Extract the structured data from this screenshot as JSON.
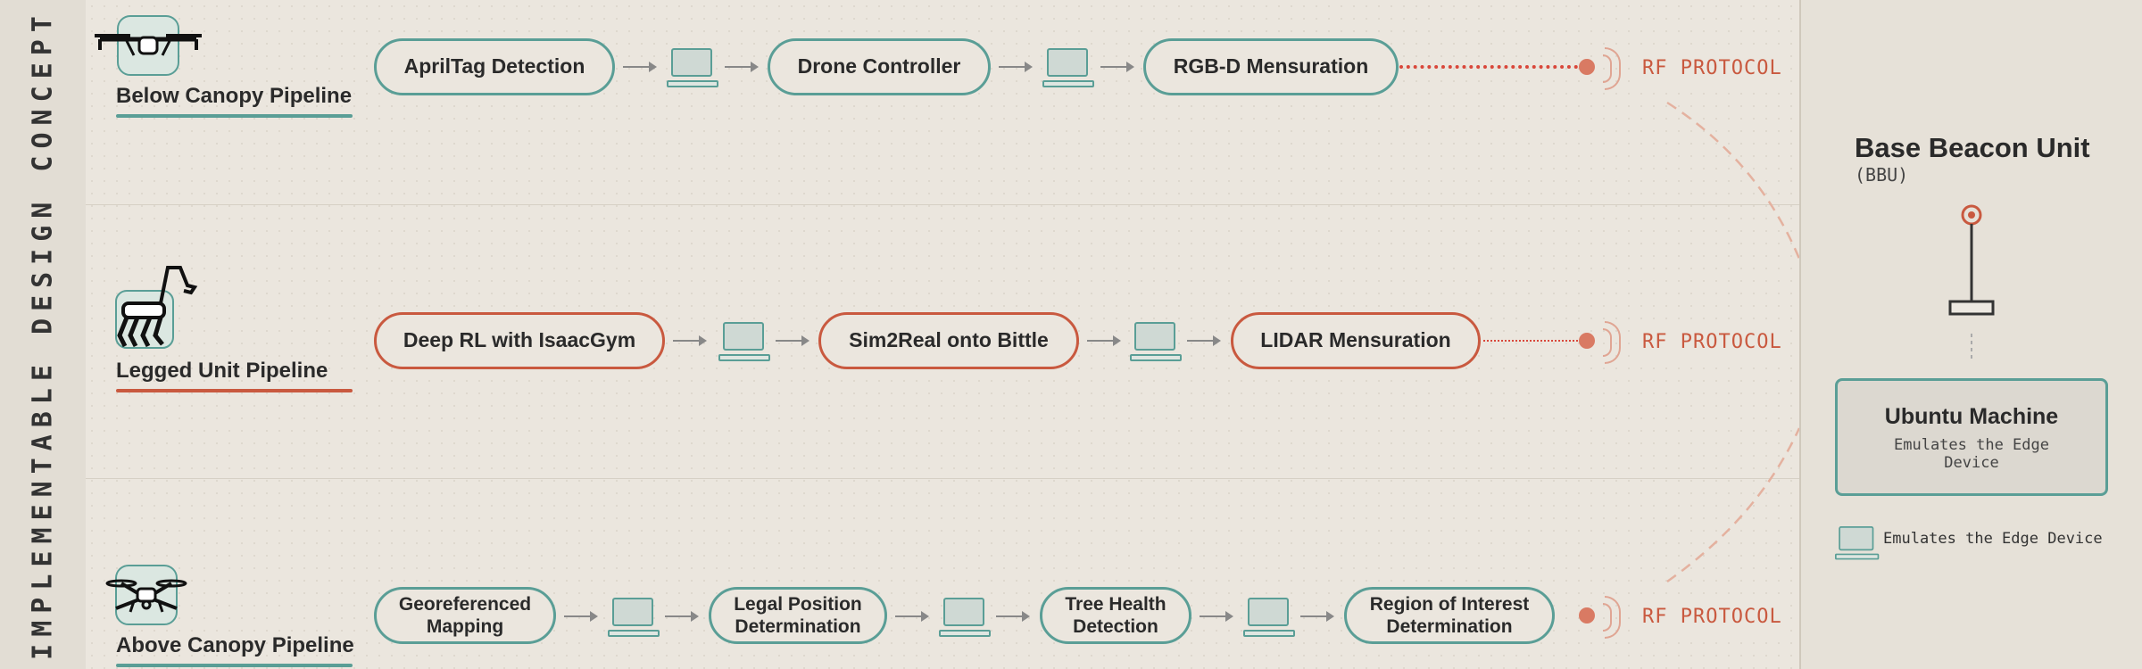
{
  "sidebar": {
    "title": "IMPLEMENTABLE DESIGN CONCEPT"
  },
  "rows": [
    {
      "title": "Below Canopy Pipeline",
      "icon": "drone-icon",
      "color": "#5a9e96",
      "nodes": [
        "AprilTag Detection",
        "Drone Controller",
        "RGB-D Mensuration"
      ],
      "rf_label": "RF PROTOCOL"
    },
    {
      "title": "Legged Unit Pipeline",
      "icon": "robot-dog-icon",
      "color": "#c9593f",
      "nodes": [
        "Deep RL with IsaacGym",
        "Sim2Real onto Bittle",
        "LIDAR Mensuration"
      ],
      "rf_label": "RF PROTOCOL"
    },
    {
      "title": "Above Canopy Pipeline",
      "icon": "quadcopter-icon",
      "color": "#5a9e96",
      "nodes": [
        "Georeferenced Mapping",
        "Legal Position Determination",
        "Tree Health Detection",
        "Region of Interest Determination"
      ],
      "rf_label": "RF PROTOCOL"
    }
  ],
  "bbu": {
    "title": "Base Beacon Unit",
    "subtitle": "(BBU)",
    "ubuntu_title": "Ubuntu Machine",
    "ubuntu_sub": "Emulates the Edge Device"
  },
  "legend": {
    "text": "Emulates the Edge Device",
    "icon": "laptop-icon"
  },
  "colors": {
    "teal": "#5a9e96",
    "red": "#c9593f",
    "rf": "#d9473a"
  }
}
